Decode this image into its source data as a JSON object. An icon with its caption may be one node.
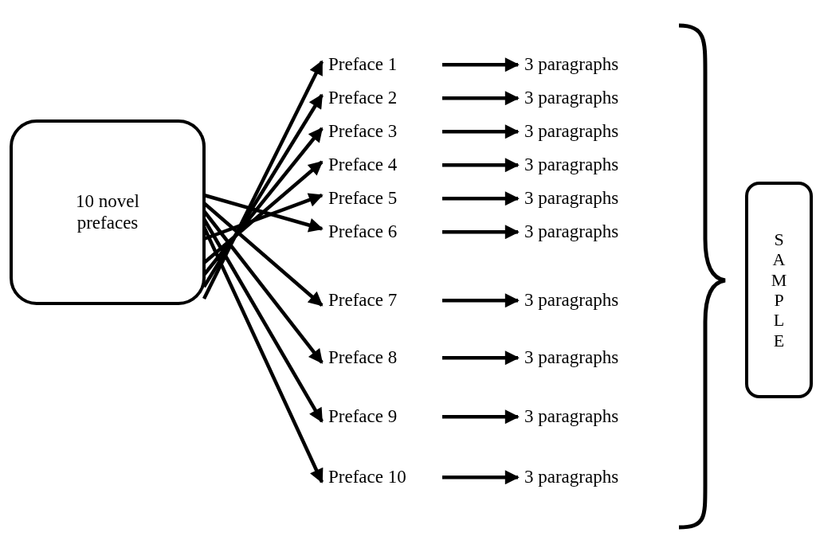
{
  "diagram": {
    "nodes": [
      {
        "text": [
          "10 novel prefaces"
        ]
      },
      {
        "text": [
          "Preface 1"
        ]
      },
      {
        "text": [
          "Preface 2"
        ]
      },
      {
        "text": [
          "Preface 3"
        ]
      },
      {
        "text": [
          "Preface 4"
        ]
      },
      {
        "text": [
          "Preface 5"
        ]
      },
      {
        "text": [
          "Preface 6"
        ]
      },
      {
        "text": [
          "Preface 7"
        ]
      },
      {
        "text": [
          "Preface 8"
        ]
      },
      {
        "text": [
          "Preface 9"
        ]
      },
      {
        "text": [
          "Preface 10"
        ]
      },
      {
        "text": [
          "3 paragraphs"
        ]
      },
      {
        "text": [
          "3 paragraphs"
        ]
      },
      {
        "text": [
          "3 paragraphs"
        ]
      },
      {
        "text": [
          "3 paragraphs"
        ]
      },
      {
        "text": [
          "3 paragraphs"
        ]
      },
      {
        "text": [
          "3 paragraphs"
        ]
      },
      {
        "text": [
          "3 paragraphs"
        ]
      },
      {
        "text": [
          "3 paragraphs"
        ]
      },
      {
        "text": [
          "3 paragraphs"
        ]
      },
      {
        "text": [
          "3 paragraphs"
        ]
      },
      {
        "text": [
          "SAMPLE"
        ]
      }
    ],
    "edges": [
      {
        "from": 0,
        "to": 1,
        "arrow": "to"
      },
      {
        "from": 0,
        "to": 2,
        "arrow": "to"
      },
      {
        "from": 0,
        "to": 3,
        "arrow": "to"
      },
      {
        "from": 0,
        "to": 4,
        "arrow": "to"
      },
      {
        "from": 0,
        "to": 5,
        "arrow": "to"
      },
      {
        "from": 0,
        "to": 6,
        "arrow": "to"
      },
      {
        "from": 0,
        "to": 7,
        "arrow": "to"
      },
      {
        "from": 0,
        "to": 8,
        "arrow": "to"
      },
      {
        "from": 0,
        "to": 9,
        "arrow": "to"
      },
      {
        "from": 0,
        "to": 10,
        "arrow": "to"
      },
      {
        "from": 1,
        "to": 11,
        "arrow": "to"
      },
      {
        "from": 2,
        "to": 12,
        "arrow": "to"
      },
      {
        "from": 3,
        "to": 13,
        "arrow": "to"
      },
      {
        "from": 4,
        "to": 14,
        "arrow": "to"
      },
      {
        "from": 5,
        "to": 15,
        "arrow": "to"
      },
      {
        "from": 6,
        "to": 16,
        "arrow": "to"
      },
      {
        "from": 7,
        "to": 17,
        "arrow": "to"
      },
      {
        "from": 8,
        "to": 18,
        "arrow": "to"
      },
      {
        "from": 9,
        "to": 19,
        "arrow": "to"
      },
      {
        "from": 10,
        "to": 20,
        "arrow": "to"
      }
    ]
  }
}
